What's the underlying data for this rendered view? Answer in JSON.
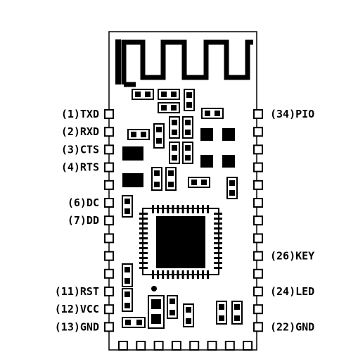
{
  "left_pins": [
    {
      "label": "(1)TXD"
    },
    {
      "label": "(2)RXD"
    },
    {
      "label": "(3)CTS"
    },
    {
      "label": "(4)RTS"
    },
    {
      "label": ""
    },
    {
      "label": "(6)DC"
    },
    {
      "label": "(7)DD"
    },
    {
      "label": ""
    },
    {
      "label": ""
    },
    {
      "label": ""
    },
    {
      "label": "(11)RST"
    },
    {
      "label": "(12)VCC"
    },
    {
      "label": "(13)GND"
    }
  ],
  "right_pins": [
    {
      "label": "(34)PIO"
    },
    {
      "label": ""
    },
    {
      "label": ""
    },
    {
      "label": ""
    },
    {
      "label": ""
    },
    {
      "label": ""
    },
    {
      "label": ""
    },
    {
      "label": ""
    },
    {
      "label": "(26)KEY"
    },
    {
      "label": ""
    },
    {
      "label": "(24)LED"
    },
    {
      "label": ""
    },
    {
      "label": "(22)GND"
    }
  ],
  "bottom_pad_count": 8,
  "colors": {
    "ink": "#000000",
    "paper": "#ffffff"
  }
}
